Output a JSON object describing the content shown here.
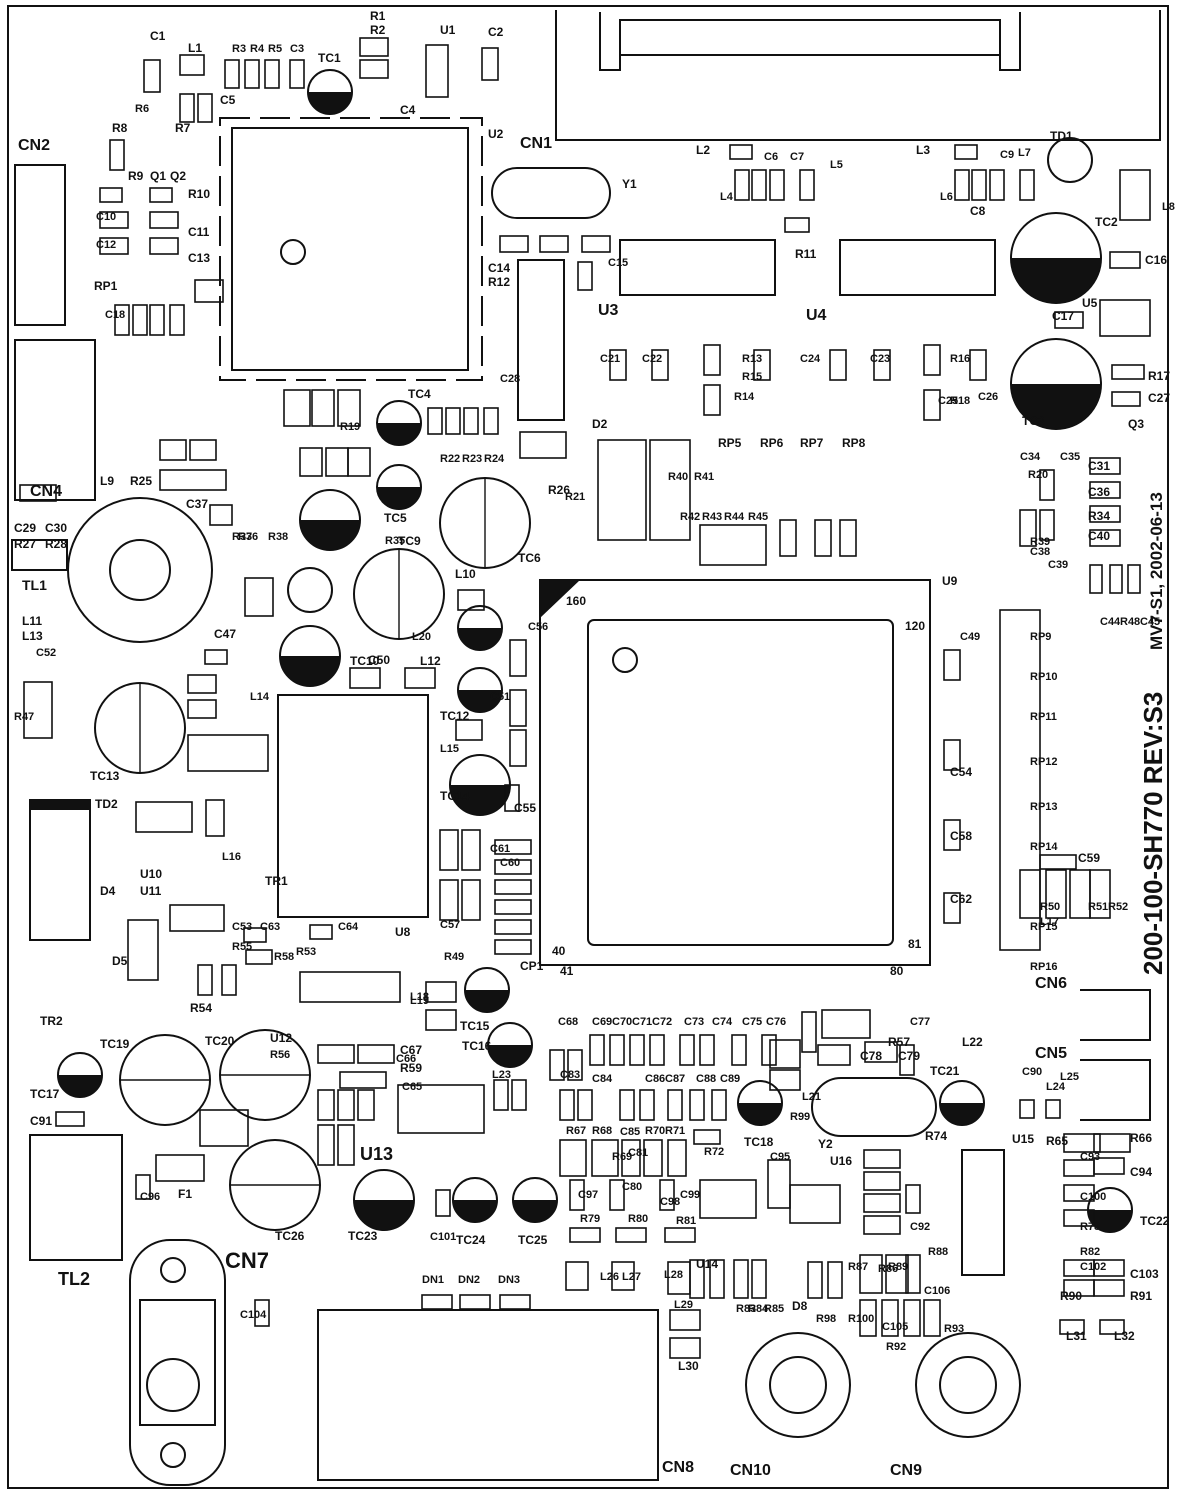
{
  "board": {
    "revision": "200-100-SH770 REV:S3",
    "version_date": "MV7-S1, 2002-06-13",
    "background": "#ffffff",
    "ink": "#111111"
  },
  "connectors": [
    {
      "ref": "CN1"
    },
    {
      "ref": "CN2"
    },
    {
      "ref": "CN4"
    },
    {
      "ref": "CN5"
    },
    {
      "ref": "CN6"
    },
    {
      "ref": "CN7"
    },
    {
      "ref": "CN8"
    },
    {
      "ref": "CN9"
    },
    {
      "ref": "CN10"
    }
  ],
  "ics": [
    {
      "ref": "U1"
    },
    {
      "ref": "U2"
    },
    {
      "ref": "U3"
    },
    {
      "ref": "U4"
    },
    {
      "ref": "U5"
    },
    {
      "ref": "U8"
    },
    {
      "ref": "U9"
    },
    {
      "ref": "U10"
    },
    {
      "ref": "U11"
    },
    {
      "ref": "U12"
    },
    {
      "ref": "U13"
    },
    {
      "ref": "U14"
    },
    {
      "ref": "U15"
    },
    {
      "ref": "U16"
    }
  ],
  "u9_pins": {
    "pin1": "160",
    "pin2": "120",
    "pin3": "81",
    "pin4": "80",
    "pin5": "41",
    "pin6": "40"
  },
  "crystals": [
    {
      "ref": "Y1"
    },
    {
      "ref": "Y2"
    }
  ],
  "electrolytic_caps": [
    {
      "ref": "TC1"
    },
    {
      "ref": "TC2"
    },
    {
      "ref": "TC3"
    },
    {
      "ref": "TC4"
    },
    {
      "ref": "TC5"
    },
    {
      "ref": "TC6"
    },
    {
      "ref": "TC9"
    },
    {
      "ref": "TC10"
    },
    {
      "ref": "TC12"
    },
    {
      "ref": "TC13"
    },
    {
      "ref": "TC14"
    },
    {
      "ref": "TC15"
    },
    {
      "ref": "TC16"
    },
    {
      "ref": "TC17"
    },
    {
      "ref": "TC18"
    },
    {
      "ref": "TC19"
    },
    {
      "ref": "TC20"
    },
    {
      "ref": "TC21"
    },
    {
      "ref": "TC22"
    },
    {
      "ref": "TC23"
    },
    {
      "ref": "TC24"
    },
    {
      "ref": "TC25"
    },
    {
      "ref": "TC26"
    }
  ],
  "transformers": [
    {
      "ref": "TL1"
    },
    {
      "ref": "TL2"
    }
  ],
  "diodes": [
    {
      "ref": "TD1"
    },
    {
      "ref": "TD2"
    },
    {
      "ref": "D2"
    },
    {
      "ref": "D4"
    },
    {
      "ref": "D5"
    },
    {
      "ref": "D8"
    }
  ],
  "misc": [
    {
      "ref": "TR1"
    },
    {
      "ref": "TR2"
    },
    {
      "ref": "F1"
    },
    {
      "ref": "Q1"
    },
    {
      "ref": "Q2"
    },
    {
      "ref": "Q3"
    },
    {
      "ref": "CP1"
    },
    {
      "ref": "RP1"
    },
    {
      "ref": "DN1"
    },
    {
      "ref": "DN2"
    },
    {
      "ref": "DN3"
    }
  ],
  "resistor_packs": [
    {
      "ref": "RP5"
    },
    {
      "ref": "RP6"
    },
    {
      "ref": "RP7"
    },
    {
      "ref": "RP8"
    },
    {
      "ref": "RP9"
    },
    {
      "ref": "RP10"
    },
    {
      "ref": "RP11"
    },
    {
      "ref": "RP12"
    },
    {
      "ref": "RP13"
    },
    {
      "ref": "RP14"
    },
    {
      "ref": "RP15"
    },
    {
      "ref": "RP16"
    }
  ],
  "small_parts": [
    {
      "ref": "C1"
    },
    {
      "ref": "L1"
    },
    {
      "ref": "R3"
    },
    {
      "ref": "R4"
    },
    {
      "ref": "R5"
    },
    {
      "ref": "C3"
    },
    {
      "ref": "R1"
    },
    {
      "ref": "R2"
    },
    {
      "ref": "C2"
    },
    {
      "ref": "C4"
    },
    {
      "ref": "C5"
    },
    {
      "ref": "R6"
    },
    {
      "ref": "R7"
    },
    {
      "ref": "R8"
    },
    {
      "ref": "R9"
    },
    {
      "ref": "R10"
    },
    {
      "ref": "C10"
    },
    {
      "ref": "C11"
    },
    {
      "ref": "C12"
    },
    {
      "ref": "C13"
    },
    {
      "ref": "C18"
    },
    {
      "ref": "R12"
    },
    {
      "ref": "C14"
    },
    {
      "ref": "C15"
    },
    {
      "ref": "L2"
    },
    {
      "ref": "L3"
    },
    {
      "ref": "L4"
    },
    {
      "ref": "L5"
    },
    {
      "ref": "L6"
    },
    {
      "ref": "L7"
    },
    {
      "ref": "L8"
    },
    {
      "ref": "C6"
    },
    {
      "ref": "C7"
    },
    {
      "ref": "C8"
    },
    {
      "ref": "C9"
    },
    {
      "ref": "R11"
    },
    {
      "ref": "C16"
    },
    {
      "ref": "C17"
    },
    {
      "ref": "C21"
    },
    {
      "ref": "C22"
    },
    {
      "ref": "C23"
    },
    {
      "ref": "C24"
    },
    {
      "ref": "C25"
    },
    {
      "ref": "C26"
    },
    {
      "ref": "C27"
    },
    {
      "ref": "R13"
    },
    {
      "ref": "R14"
    },
    {
      "ref": "R15"
    },
    {
      "ref": "R16"
    },
    {
      "ref": "R17"
    },
    {
      "ref": "R18"
    },
    {
      "ref": "R19"
    },
    {
      "ref": "C28"
    },
    {
      "ref": "R20"
    },
    {
      "ref": "R21"
    },
    {
      "ref": "R22"
    },
    {
      "ref": "R23"
    },
    {
      "ref": "R24"
    },
    {
      "ref": "R25"
    },
    {
      "ref": "R26"
    },
    {
      "ref": "R27"
    },
    {
      "ref": "R28"
    },
    {
      "ref": "C29"
    },
    {
      "ref": "C30"
    },
    {
      "ref": "C31"
    },
    {
      "ref": "C34"
    },
    {
      "ref": "C35"
    },
    {
      "ref": "C36"
    },
    {
      "ref": "C37"
    },
    {
      "ref": "R34"
    },
    {
      "ref": "C40"
    },
    {
      "ref": "C38"
    },
    {
      "ref": "C39"
    },
    {
      "ref": "R35"
    },
    {
      "ref": "R36"
    },
    {
      "ref": "R37"
    },
    {
      "ref": "R38"
    },
    {
      "ref": "R39"
    },
    {
      "ref": "C44"
    },
    {
      "ref": "C45"
    },
    {
      "ref": "R48"
    },
    {
      "ref": "C47"
    },
    {
      "ref": "C49"
    },
    {
      "ref": "C50"
    },
    {
      "ref": "C51"
    },
    {
      "ref": "C52"
    },
    {
      "ref": "C53"
    },
    {
      "ref": "C54"
    },
    {
      "ref": "C55"
    },
    {
      "ref": "C56"
    },
    {
      "ref": "C57"
    },
    {
      "ref": "C58"
    },
    {
      "ref": "C59"
    },
    {
      "ref": "C60"
    },
    {
      "ref": "C61"
    },
    {
      "ref": "C62"
    },
    {
      "ref": "C63"
    },
    {
      "ref": "C64"
    },
    {
      "ref": "C65"
    },
    {
      "ref": "C66"
    },
    {
      "ref": "C67"
    },
    {
      "ref": "C68"
    },
    {
      "ref": "C69"
    },
    {
      "ref": "C70"
    },
    {
      "ref": "C71"
    },
    {
      "ref": "C72"
    },
    {
      "ref": "C73"
    },
    {
      "ref": "C74"
    },
    {
      "ref": "C75"
    },
    {
      "ref": "C76"
    },
    {
      "ref": "C77"
    },
    {
      "ref": "C78"
    },
    {
      "ref": "C79"
    },
    {
      "ref": "C80"
    },
    {
      "ref": "C81"
    },
    {
      "ref": "C83"
    },
    {
      "ref": "C84"
    },
    {
      "ref": "C85"
    },
    {
      "ref": "C86"
    },
    {
      "ref": "C87"
    },
    {
      "ref": "C88"
    },
    {
      "ref": "C89"
    },
    {
      "ref": "C90"
    },
    {
      "ref": "C91"
    },
    {
      "ref": "C92"
    },
    {
      "ref": "C93"
    },
    {
      "ref": "C94"
    },
    {
      "ref": "C95"
    },
    {
      "ref": "C96"
    },
    {
      "ref": "C97"
    },
    {
      "ref": "C98"
    },
    {
      "ref": "C99"
    },
    {
      "ref": "C100"
    },
    {
      "ref": "C101"
    },
    {
      "ref": "C102"
    },
    {
      "ref": "C103"
    },
    {
      "ref": "C104"
    },
    {
      "ref": "C105"
    },
    {
      "ref": "C106"
    },
    {
      "ref": "L9"
    },
    {
      "ref": "L10"
    },
    {
      "ref": "L11"
    },
    {
      "ref": "L12"
    },
    {
      "ref": "L13"
    },
    {
      "ref": "L14"
    },
    {
      "ref": "L15"
    },
    {
      "ref": "L16"
    },
    {
      "ref": "L17"
    },
    {
      "ref": "L18"
    },
    {
      "ref": "L19"
    },
    {
      "ref": "L20"
    },
    {
      "ref": "L21"
    },
    {
      "ref": "L22"
    },
    {
      "ref": "L23"
    },
    {
      "ref": "L24"
    },
    {
      "ref": "L25"
    },
    {
      "ref": "L26"
    },
    {
      "ref": "L27"
    },
    {
      "ref": "L28"
    },
    {
      "ref": "L29"
    },
    {
      "ref": "L30"
    },
    {
      "ref": "L31"
    },
    {
      "ref": "L32"
    },
    {
      "ref": "R40"
    },
    {
      "ref": "R41"
    },
    {
      "ref": "R42"
    },
    {
      "ref": "R43"
    },
    {
      "ref": "R44"
    },
    {
      "ref": "R45"
    },
    {
      "ref": "R47"
    },
    {
      "ref": "R49"
    },
    {
      "ref": "R50"
    },
    {
      "ref": "R51"
    },
    {
      "ref": "R52"
    },
    {
      "ref": "R53"
    },
    {
      "ref": "R54"
    },
    {
      "ref": "R55"
    },
    {
      "ref": "R56"
    },
    {
      "ref": "R57"
    },
    {
      "ref": "R58"
    },
    {
      "ref": "R59"
    },
    {
      "ref": "R65"
    },
    {
      "ref": "R66"
    },
    {
      "ref": "R67"
    },
    {
      "ref": "R68"
    },
    {
      "ref": "R69"
    },
    {
      "ref": "R70"
    },
    {
      "ref": "R71"
    },
    {
      "ref": "R72"
    },
    {
      "ref": "R74"
    },
    {
      "ref": "R78"
    },
    {
      "ref": "R79"
    },
    {
      "ref": "R80"
    },
    {
      "ref": "R81"
    },
    {
      "ref": "R82"
    },
    {
      "ref": "R83"
    },
    {
      "ref": "R84"
    },
    {
      "ref": "R85"
    },
    {
      "ref": "R86"
    },
    {
      "ref": "R87"
    },
    {
      "ref": "R88"
    },
    {
      "ref": "R89"
    },
    {
      "ref": "R90"
    },
    {
      "ref": "R91"
    },
    {
      "ref": "R92"
    },
    {
      "ref": "R93"
    },
    {
      "ref": "R98"
    },
    {
      "ref": "R99"
    },
    {
      "ref": "R100"
    }
  ]
}
